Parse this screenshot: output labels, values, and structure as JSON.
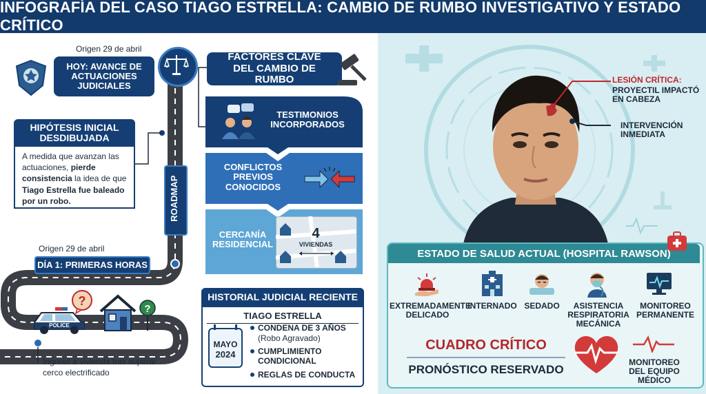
{
  "title": "INFOGRAFÍA DEL CASO TIAGO ESTRELLA: CAMBIO DE RUMBO INVESTIGATIVO Y ESTADO CRÍTICO",
  "left": {
    "origin_top": "Origen 29 de abril",
    "hoy_label": "HOY: AVANCE DE ACTUACIONES JUDICIALES",
    "hipotesis_title": "HIPÓTESIS INICIAL DESDIBUJADA",
    "hipotesis_p1": "A medida que avanzan las actuaciones, ",
    "hipotesis_b1": "pierde consistencia",
    "hipotesis_p2": " la idea de que ",
    "hipotesis_b2": "Tiago Estrella fue baleado por un robo.",
    "roadmap": "ROADMAP",
    "origin_bottom": "Origen 29 de abril",
    "dia1": "DÍA 1: PRIMERAS HORAS",
    "police_text": "POLICE",
    "ingreso": "Ingreso a vivienda tras superar cerco electrificado"
  },
  "middle": {
    "factores_title": "FACTORES CLAVE DEL CAMBIO DE RUMBO",
    "testimonios": "TESTIMONIOS INCORPORADOS",
    "conflictos": "CONFLICTOS PREVIOS CONOCIDOS",
    "cercania": "CERCANÍA RESIDENCIAL",
    "viviendas_num": "4",
    "viviendas_label": "VIVIENDAS",
    "historial_title": "HISTORIAL JUDICIAL RECIENTE",
    "historial_name": "TIAGO ESTRELLA",
    "cal_month": "MAYO",
    "cal_year": "2024",
    "condena": "CONDENA DE 3 AÑOS",
    "condena_sub": "(Robo Agravado)",
    "cumplimiento": "CUMPLIMIENTO CONDICIONAL",
    "reglas": "REGLAS DE CONDUCTA"
  },
  "right": {
    "lesion_title": "LESIÓN CRÍTICA:",
    "lesion_body": "PROYECTIL IMPACTÓ EN CABEZA",
    "intervencion": "INTERVENCIÓN INMEDIATA",
    "estado_title": "ESTADO DE SALUD ACTUAL (HOSPITAL RAWSON)",
    "status_items": [
      {
        "label": "EXTREMADAMENTE DELICADO"
      },
      {
        "label": "INTERNADO"
      },
      {
        "label": "SEDADO"
      },
      {
        "label": "ASISTENCIA RESPIRATORIA MECÁNICA"
      },
      {
        "label": "MONITOREO PERMANENTE"
      }
    ],
    "cuadro": "CUADRO CRÍTICO",
    "pronostico": "PRONÓSTICO RESERVADO",
    "monitoreo_equipo": "MONITOREO DEL EQUIPO MÉDICO"
  },
  "colors": {
    "navy": "#123a6b",
    "blue": "#1f5a9e",
    "teal": "#5bb9c0",
    "red": "#c0272d"
  }
}
